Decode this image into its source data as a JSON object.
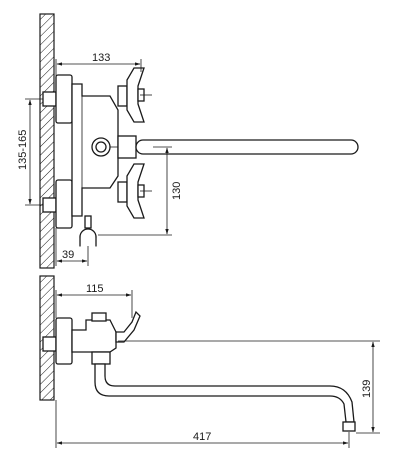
{
  "dimensions": {
    "top_width": "133",
    "top_mount_range": "135-165",
    "top_drop": "130",
    "top_wall_offset": "39",
    "bottom_width": "115",
    "bottom_spout_drop": "139",
    "bottom_spout_length": "417"
  },
  "colors": {
    "line": "#1a1a1a",
    "background": "#ffffff"
  }
}
